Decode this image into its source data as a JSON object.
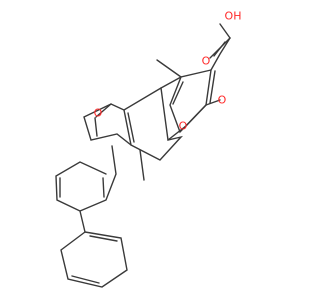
{
  "molecule": {
    "atoms": {
      "hydroxyl_oxygen": "OH",
      "carbonyl_oxygen_acid": "O",
      "carbonyl_oxygen_lactone": "O",
      "pyran_oxygen": "O",
      "furan_oxygen": "O"
    },
    "colors": {
      "bond": "#3a3a3a",
      "oxygen": "#ff2a2a"
    }
  }
}
